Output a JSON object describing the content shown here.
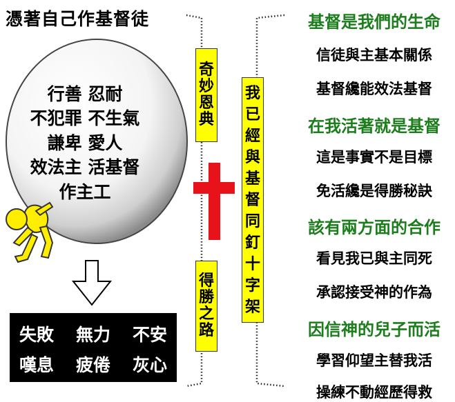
{
  "title": "憑著自己作基督徒",
  "ball_lines": [
    "行善 忍耐",
    "不犯罪 不生氣",
    "謙卑 愛人",
    "效法主 活基督",
    "作主工"
  ],
  "result_rows": [
    [
      "失敗",
      "無力",
      "不安"
    ],
    [
      "嘆息",
      "疲倦",
      "灰心"
    ]
  ],
  "vertical_labels": {
    "top": "奇妙恩典",
    "bottom": "得勝之路",
    "middle": "我已經與基督同釘十字架"
  },
  "right_items": [
    {
      "heading": "基督是我們的生命",
      "lines": [
        "信徒與主基本關係",
        "基督纔能效法基督"
      ]
    },
    {
      "heading": "在我活著就是基督",
      "lines": [
        "這是事實不是目標",
        "免活纔是得勝秘訣"
      ]
    },
    {
      "heading": "該有兩方面的合作",
      "lines": [
        "看見我已與主同死",
        "承認接受神的作為"
      ]
    },
    {
      "heading": "因信神的兒子而活",
      "lines": [
        "學習仰望主替我活",
        "操練不動經歷得救"
      ]
    }
  ],
  "colors": {
    "cross": "#e8121a",
    "label_bg": "#ffff00",
    "heading": "#1b7d1b",
    "figure": "#ffee00"
  }
}
